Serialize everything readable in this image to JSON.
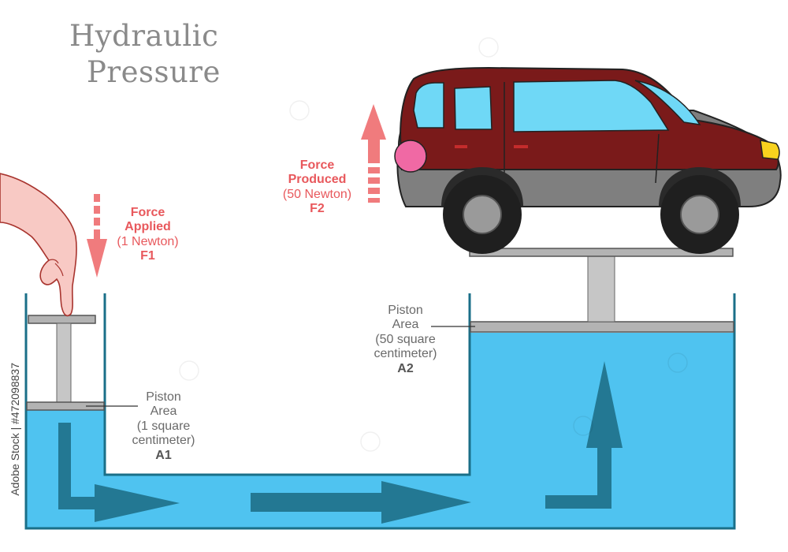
{
  "title": {
    "line1": "Hydraulic",
    "line2": "Pressure"
  },
  "applied": {
    "line1": "Force",
    "line2": "Applied",
    "value": "(1 Newton)",
    "symbol": "F1"
  },
  "produced": {
    "line1": "Force",
    "line2": "Produced",
    "value": "(50 Newton)",
    "symbol": "F2"
  },
  "piston_small": {
    "line1": "Piston",
    "line2": "Area",
    "line3": "(1 square",
    "line4": "centimeter)",
    "symbol": "A1"
  },
  "piston_large": {
    "line1": "Piston",
    "line2": "Area",
    "line3": "(50 square",
    "line4": "centimeter)",
    "symbol": "A2"
  },
  "stock_id": "Adobe Stock | #472098837",
  "colors": {
    "fluid": "#4fc3f0",
    "force": "#e8585c",
    "flow_arrow": "#1e7088",
    "car_body": "#7a1a1a",
    "wall": "#1a6f88"
  },
  "icons": [
    "hand-icon",
    "car-icon",
    "piston-icon",
    "arrow-icon"
  ]
}
